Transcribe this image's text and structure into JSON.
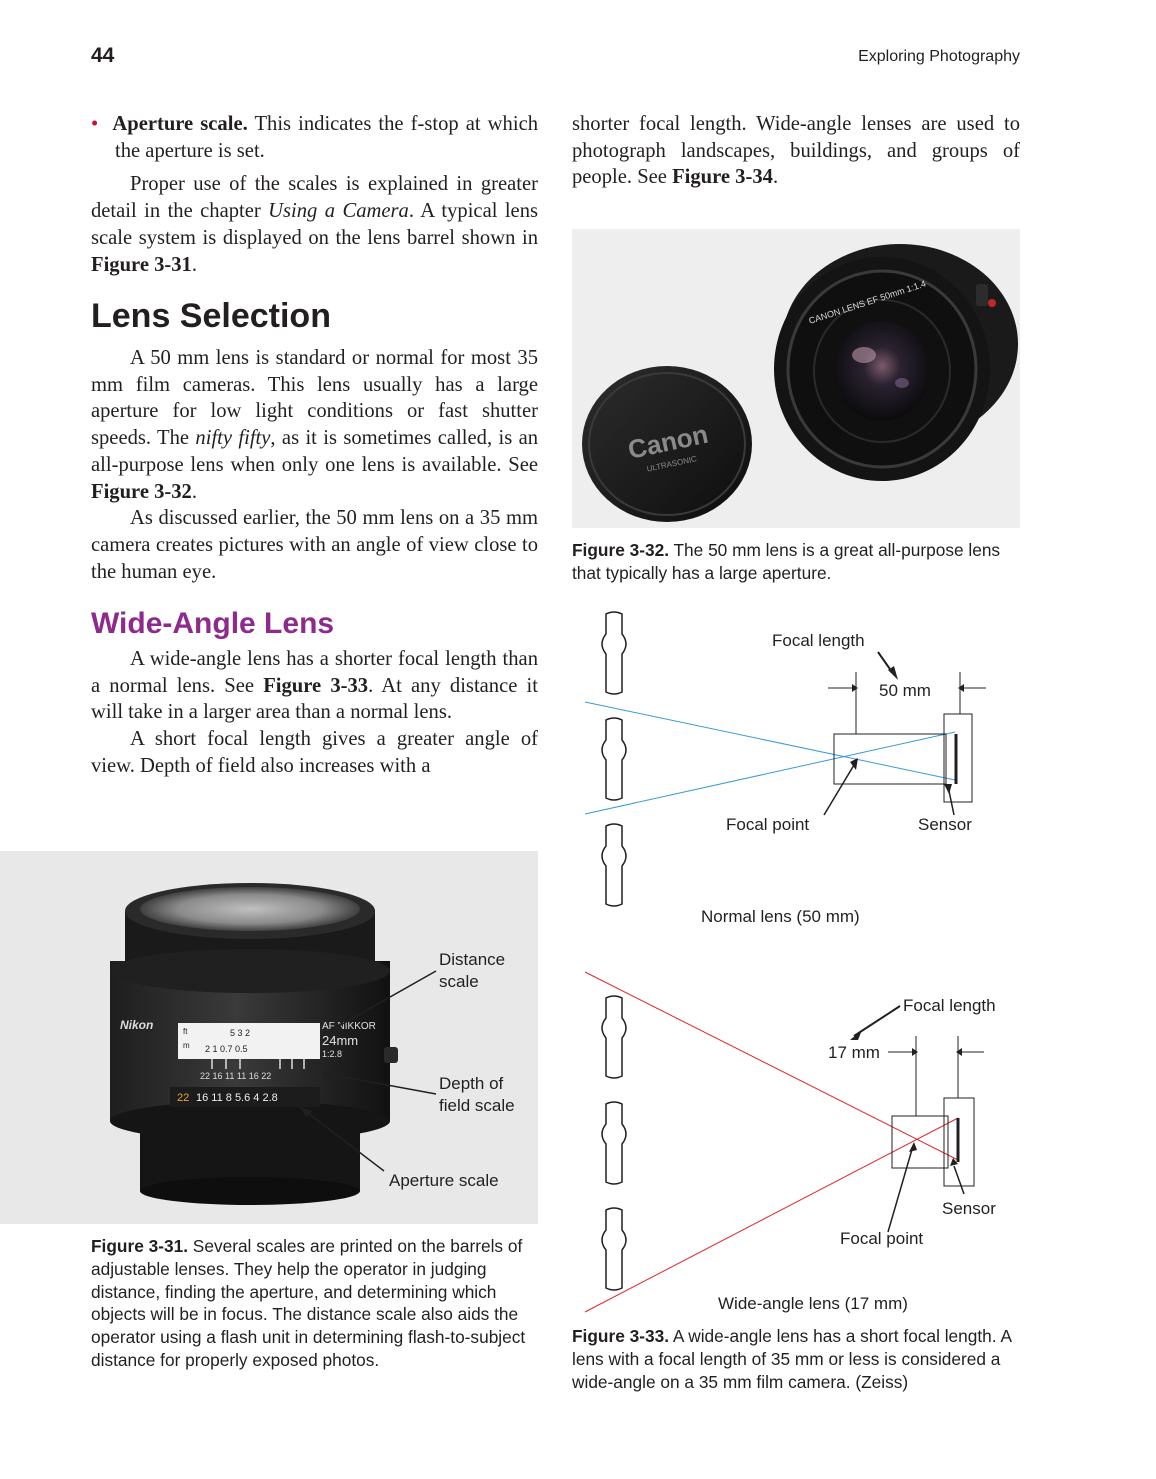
{
  "header": {
    "page_number": "44",
    "running_head": "Exploring Photography"
  },
  "left": {
    "bullet_term": "Aperture scale.",
    "bullet_text": " This indicates the f-stop at which the aperture is set.",
    "para1_a": "Proper use of the scales is explained in greater detail in the chapter ",
    "para1_italic": "Using a Camera",
    "para1_b": ". A typical lens scale system is displayed on the lens barrel shown in ",
    "para1_fig": "Figure 3-31",
    "para1_end": ".",
    "lens_selection_heading": "Lens Selection",
    "para2_a": "A 50 mm lens is standard or normal for most 35 mm film cameras. This lens usually has a large aperture for low light conditions or fast shutter speeds. The ",
    "para2_italic": "nifty fifty",
    "para2_b": ", as it is sometimes called, is an all-purpose lens when only one lens is available. See ",
    "para2_fig": "Figure 3-32",
    "para2_end": ".",
    "para3": "As discussed earlier, the 50 mm lens on a 35 mm camera creates pictures with an angle of view close to the human eye.",
    "wide_angle_heading": "Wide-Angle Lens",
    "para4_a": "A wide-angle lens has a shorter focal length than a normal lens. See ",
    "para4_fig": "Figure 3-33",
    "para4_b": ". At any distance it will take in a larger area than a normal lens.",
    "para5": "A short focal length gives a greater angle of view. Depth of field also increases with a"
  },
  "right": {
    "para_cont_a": "shorter focal length. Wide-angle lenses are used to photograph landscapes, buildings, and groups of people. See ",
    "para_cont_fig": "Figure 3-34",
    "para_cont_end": "."
  },
  "fig_3_31": {
    "label_distance_1": "Distance",
    "label_distance_2": "scale",
    "label_dof_1": "Depth of",
    "label_dof_2": "field scale",
    "label_aperture": "Aperture scale",
    "lens_brand": "Nikon",
    "lens_model_1": "AF NIKKOR",
    "lens_model_2": "24mm",
    "lens_model_3": "1:2.8",
    "scale_ft": "ft",
    "scale_m": "m",
    "dist_ft_values": "5   3   2",
    "dist_m_values": "2   1  0.7   0.5",
    "dof_values": "22 16 11       11 16 22",
    "aperture_values": "16  11  8  5.6  4  2.8",
    "aperture_22": "22",
    "caption_label": "Figure 3-31.",
    "caption_text": " Several scales are printed on the barrels of adjustable lenses. They help the operator in judging distance, finding the aperture, and determining which objects will be in focus. The distance scale also aids the operator using a flash unit in determining flash-to-subject distance for properly exposed photos."
  },
  "fig_3_32": {
    "cap_brand": "Canon",
    "cap_sub": "ULTRASONIC",
    "lens_ring_text": "CANON LENS EF 50mm 1:1.4",
    "caption_label": "Figure 3-32.",
    "caption_text": " The 50 mm lens is a great all-purpose lens that typically has a large aperture."
  },
  "fig_3_33": {
    "normal_focal_length": "Focal length",
    "normal_50mm": "50 mm",
    "normal_focal_point": "Focal point",
    "normal_sensor": "Sensor",
    "normal_title": "Normal lens (50 mm)",
    "wide_focal_length": "Focal length",
    "wide_17mm": "17 mm",
    "wide_sensor": "Sensor",
    "wide_focal_point": "Focal point",
    "wide_title": "Wide-angle lens (17 mm)",
    "caption_label": "Figure 3-33.",
    "caption_text": " A wide-angle lens has a short focal length. A lens with a focal length of 35 mm or less is considered a wide-angle on a 35 mm film camera. (Zeiss)",
    "colors": {
      "normal_rays": "#3a9ad9",
      "wide_rays": "#e0262b"
    }
  }
}
